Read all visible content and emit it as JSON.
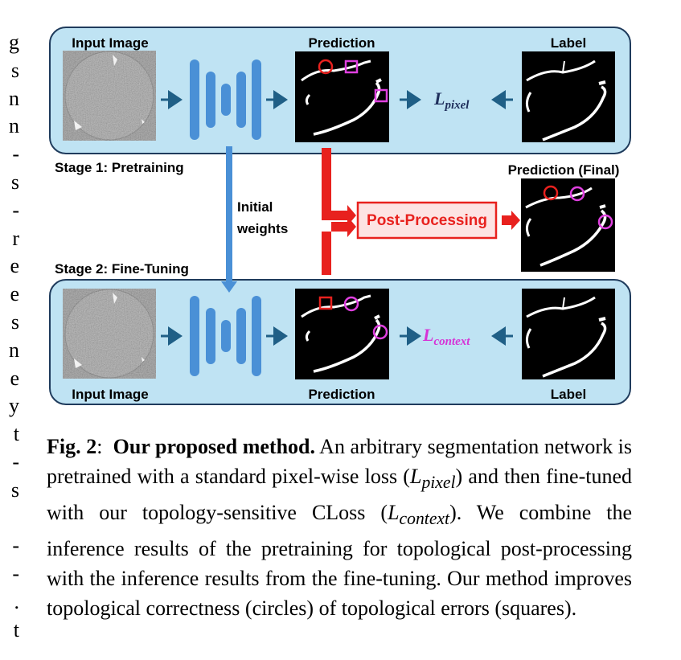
{
  "left_margin_fragments": [
    "g",
    "s",
    "n",
    "n",
    "-",
    "s",
    "-",
    "r",
    "e",
    "e",
    "s",
    "n",
    "e",
    "y",
    "t",
    "-",
    "s",
    "",
    "-",
    "-",
    ".",
    "t"
  ],
  "stage1": {
    "title": "Stage 1: Pretraining",
    "input_label": "Input Image",
    "prediction_label": "Prediction",
    "label_label": "Label",
    "loss_main": "L",
    "loss_sub": "pixel"
  },
  "stage2": {
    "title": "Stage 2: Fine-Tuning",
    "input_label": "Input Image",
    "prediction_label": "Prediction",
    "label_label": "Label",
    "loss_main": "L",
    "loss_sub": "context"
  },
  "middle": {
    "initial_weights_line1": "Initial",
    "initial_weights_line2": "weights",
    "post_processing": "Post-Processing",
    "final_label": "Prediction (Final)"
  },
  "caption": {
    "fig": "Fig. 2",
    "colon": ":",
    "heading": "Our proposed method.",
    "text1": " An arbitrary segmentation network is pretrained with a standard pixel-wise loss (",
    "lpixel_main": "L",
    "lpixel_sub": "pixel",
    "text2": ") and then fine-tuned with our topology-sensitive CLoss (",
    "lcontext_main": "L",
    "lcontext_sub": "context",
    "text3": "). We combine the inference results of the pretraining for topological post-processing with the inference results from the fine-tuning. Our method improves topological correctness (circles) of topological errors (squares)."
  },
  "colors": {
    "panel_fill": "#bfe3f3",
    "panel_stroke": "#1f3b5c",
    "network_blue": "#4a90d6",
    "arrow_dark": "#1f5f86",
    "red": "#e8211e",
    "magenta": "#e040e0",
    "pp_fill": "#fde3e3"
  }
}
